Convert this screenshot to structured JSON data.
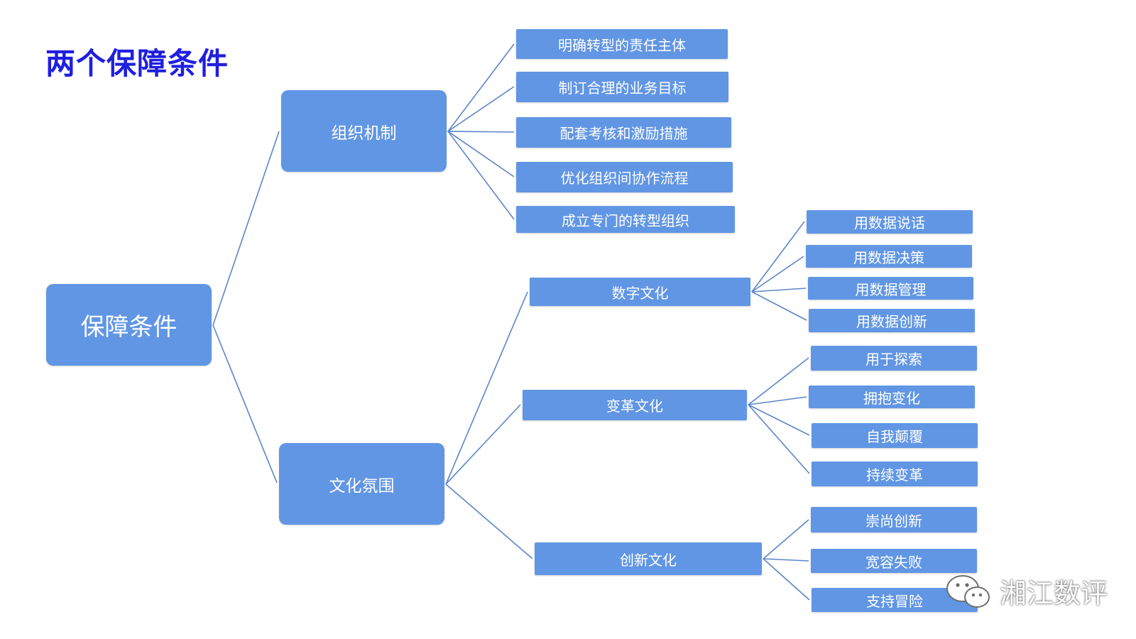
{
  "title": "两个保障条件",
  "root": {
    "label": "保障条件"
  },
  "org": {
    "label": "组织机制",
    "items": [
      "明确转型的责任主体",
      "制订合理的业务目标",
      "配套考核和激励措施",
      "优化组织间协作流程",
      "成立专门的转型组织"
    ]
  },
  "culture": {
    "label": "文化氛围",
    "digital": {
      "label": "数字文化",
      "items": [
        "用数据说话",
        "用数据决策",
        "用数据管理",
        "用数据创新"
      ]
    },
    "change": {
      "label": "变革文化",
      "items": [
        "用于探索",
        "拥抱变化",
        "自我颠覆",
        "持续变革"
      ]
    },
    "innovation": {
      "label": "创新文化",
      "items": [
        "崇尚创新",
        "宽容失败",
        "支持冒险"
      ]
    }
  },
  "watermark": {
    "text": "湘江数评",
    "icon": "wechat-icon"
  },
  "colors": {
    "node": "#6196e4",
    "line": "#5b86c9",
    "title": "#1f1fe0"
  }
}
